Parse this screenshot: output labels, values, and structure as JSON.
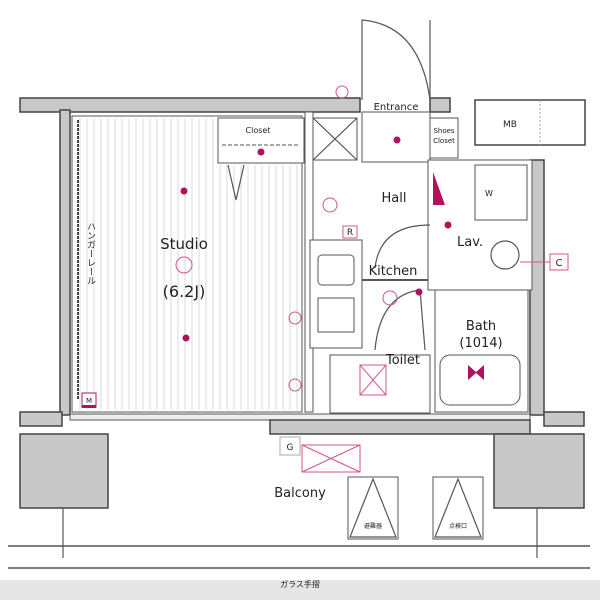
{
  "rooms": {
    "studio": "Studio",
    "studio_size": "(6.2J)",
    "closet": "Closet",
    "entrance": "Entrance",
    "shoes_closet_1": "Shoes",
    "shoes_closet_2": "Closet",
    "mb": "MB",
    "hall": "Hall",
    "lav": "Lav.",
    "kitchen": "Kitchen",
    "bath": "Bath",
    "bath_size": "(1014)",
    "toilet": "Toilet",
    "balcony": "Balcony",
    "w": "W"
  },
  "annotations": {
    "hanger_rail": "ハンガーレール",
    "glass_railing": "ガラス手摺",
    "marker_r": "R",
    "marker_c": "C",
    "marker_g": "G",
    "marker_m": "M",
    "hatch_1": "避難器",
    "hatch_2": "点検口"
  },
  "colors": {
    "accent": "#b0135e",
    "wall": "#c8c8c8"
  }
}
